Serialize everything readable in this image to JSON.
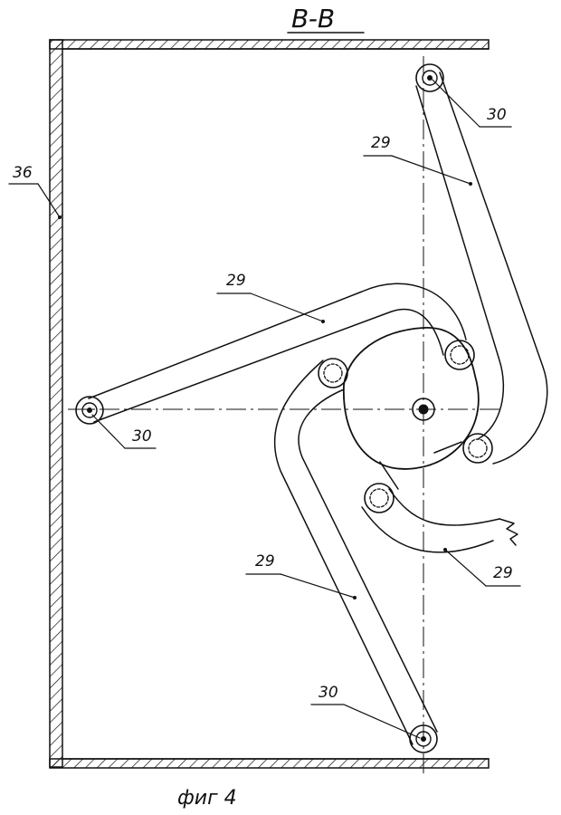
{
  "section_label": "B-B",
  "figure_caption": "фиг 4",
  "callouts": {
    "wall": "36",
    "arm_top_right": "29",
    "arm_left": "29",
    "arm_bottom": "29",
    "arm_right_lower": "29",
    "pivot_top": "30",
    "pivot_left": "30",
    "pivot_bottom": "30"
  },
  "colors": {
    "ink": "#111111",
    "paper": "#ffffff"
  }
}
